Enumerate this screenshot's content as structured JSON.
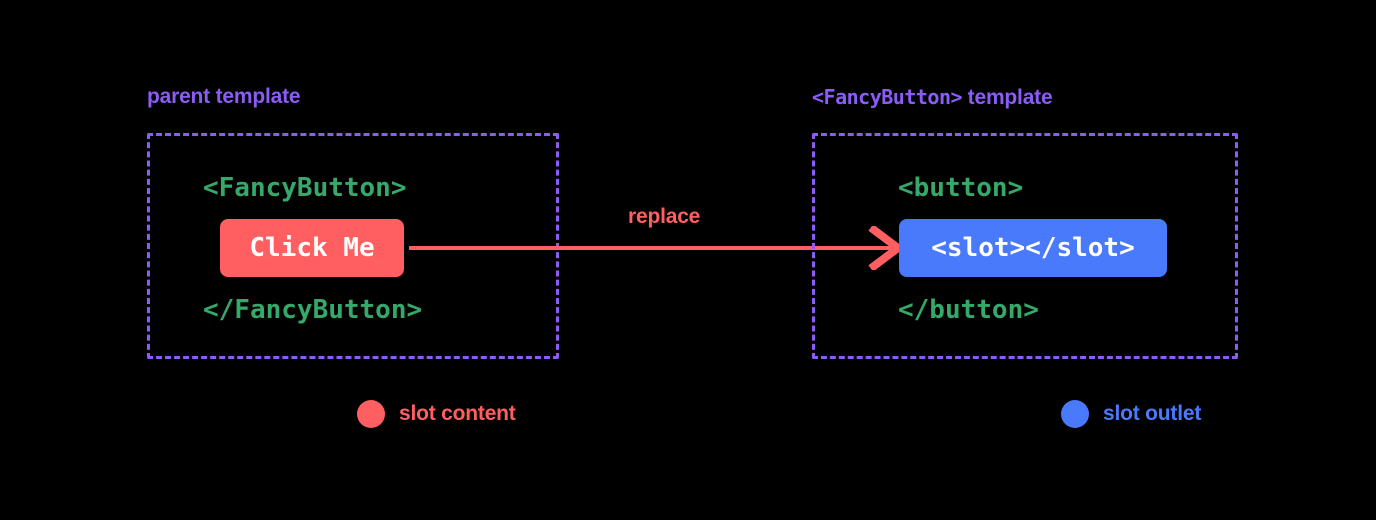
{
  "diagram": {
    "background_color": "#000000",
    "accent_purple": "#8b5cf6",
    "accent_green": "#35a96a",
    "accent_red": "#ff5f60",
    "accent_blue": "#4a7afc"
  },
  "parent": {
    "label": "parent template",
    "code_open": "<FancyButton>",
    "chip_text": "Click Me",
    "code_close": "</FancyButton>"
  },
  "child": {
    "label_mono": "<FancyButton>",
    "label_rest": " template",
    "code_open": "<button>",
    "chip_text": "<slot></slot>",
    "code_close": "</button>"
  },
  "arrow": {
    "label": "replace"
  },
  "legend": {
    "items": [
      {
        "label": "slot content",
        "color": "#ff5f60"
      },
      {
        "label": "slot outlet",
        "color": "#4a7afc"
      }
    ]
  }
}
